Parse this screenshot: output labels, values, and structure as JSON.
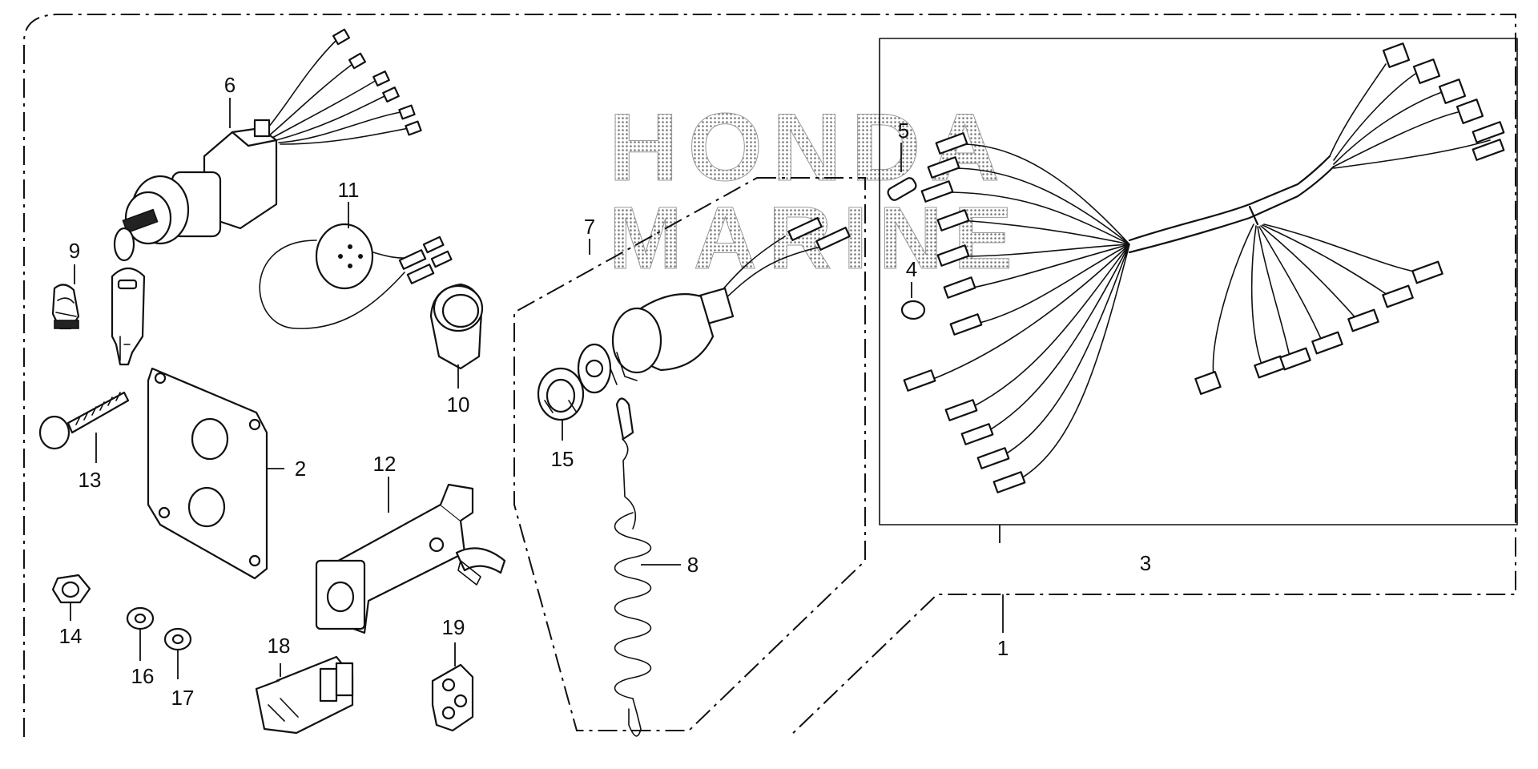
{
  "watermark": {
    "line1": "HONDA",
    "line2": "MARINE"
  },
  "callouts": {
    "c1": "1",
    "c2": "2",
    "c3": "3",
    "c4": "4",
    "c5": "5",
    "c6": "6",
    "c7": "7",
    "c8": "8",
    "c9": "9",
    "c10": "10",
    "c11": "11",
    "c12": "12",
    "c13": "13",
    "c14": "14",
    "c15": "15",
    "c16": "16",
    "c17": "17",
    "c18": "18",
    "c19": "19"
  }
}
